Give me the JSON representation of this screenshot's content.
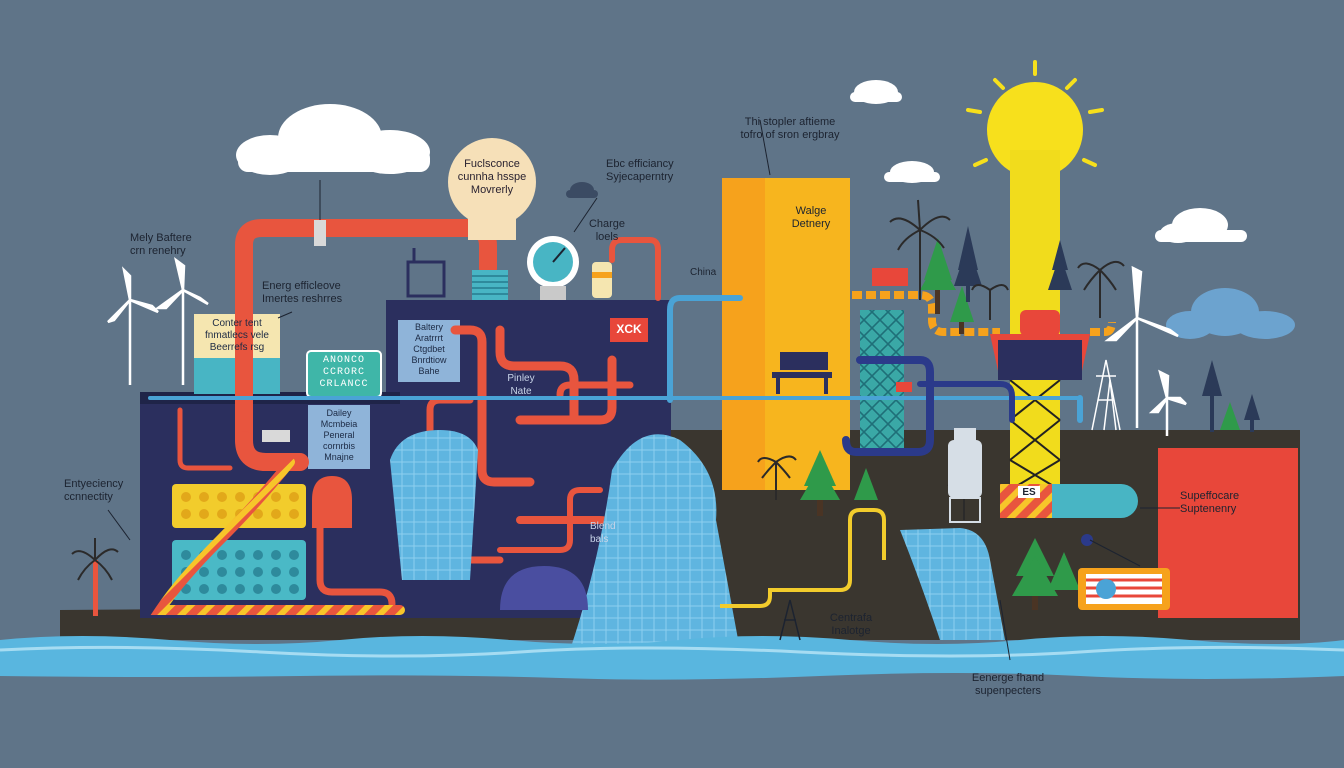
{
  "labels": {
    "mely_battery": [
      "Mely Baftere",
      "crn renehry"
    ],
    "energy_efficiency": [
      "Energ efficleove",
      "Imertes reshrres"
    ],
    "enterprise_banner": [
      "Conter tent",
      "fnmatlecs vele",
      "Beerrefs rsg"
    ],
    "analog_panel": [
      "ANONCO",
      "CCRORC",
      "CRLANCC"
    ],
    "efficiency_bulb": [
      "Fuclsconce",
      "cunnha hsspe",
      "Movrerly"
    ],
    "ebc_efficiency": [
      "Ebc efficiancy",
      "Syjecaperntry"
    ],
    "charge": [
      "Charge",
      "loels"
    ],
    "battery_box": [
      "Baltery",
      "Aratrrrt",
      "Ctgdbet",
      "Bnrdtiow",
      "Bahe"
    ],
    "dailey_box": [
      "Dailey",
      "Mcmbeia",
      "Peneral",
      "cornrbis",
      "Mnajne"
    ],
    "xck": "XCK",
    "pinley": [
      "Pinley",
      "Nate"
    ],
    "entyciency": [
      "Entyeciency",
      "ccnnectity"
    ],
    "blend": [
      "Blend",
      "bals"
    ],
    "china": "China",
    "wedge_battery": [
      "Walge",
      "Detnery"
    ],
    "thi_stopler": [
      "Thi stopler aftieme",
      "tofro of sron ergbray"
    ],
    "es_tag": "ES",
    "superficial": [
      "Supeffocare",
      "Suptenenry"
    ],
    "centrifugal": [
      "Centrafa",
      "Inalotge"
    ],
    "energy_fluid": [
      "Eenerge fhand",
      "supenpecters"
    ]
  },
  "colors": {
    "background": "#5f7488",
    "pipe_red": "#e8553e",
    "factory_navy": "#2b2f5e",
    "water_blue": "#4aa3d6",
    "sun_yellow": "#f7e01c",
    "tower_orange": "#f6a21c",
    "tank_red": "#e8473a",
    "ground": "#3a362f"
  }
}
